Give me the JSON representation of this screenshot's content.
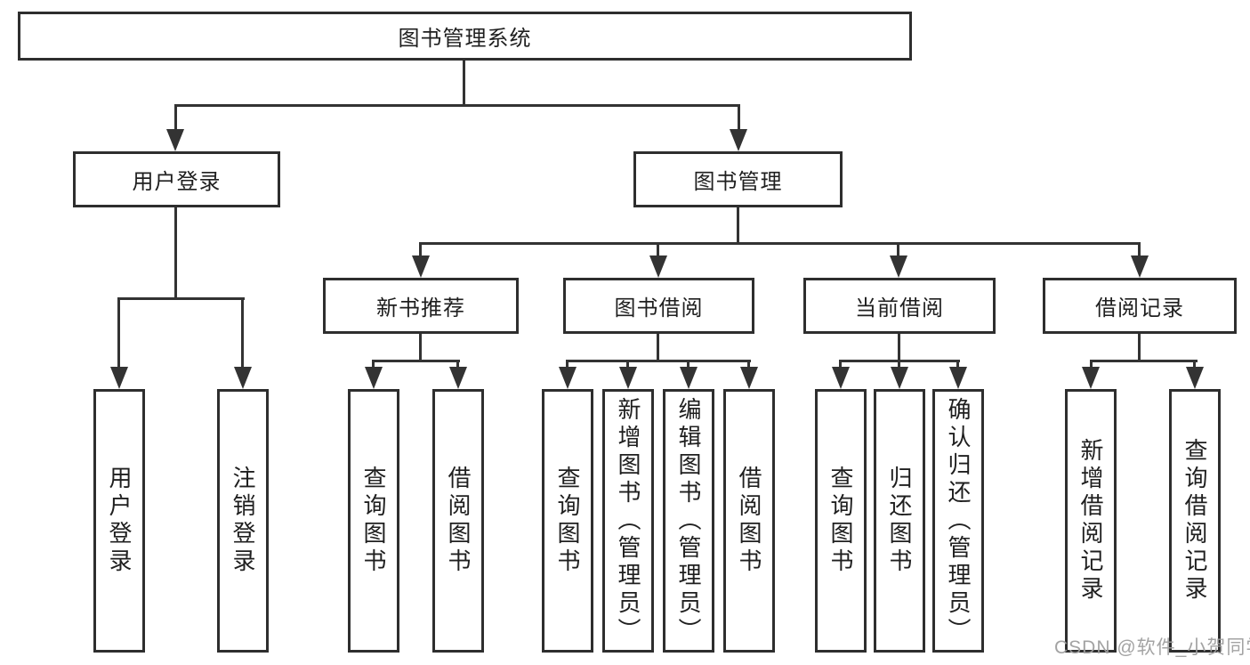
{
  "nodes": {
    "root": "图书管理系统",
    "user_login": "用户登录",
    "book_mgmt": "图书管理",
    "new_book_rec": "新书推荐",
    "book_borrow": "图书借阅",
    "current_borrow": "当前借阅",
    "borrow_records": "借阅记录",
    "leaf_user_login": "用户登录",
    "leaf_logout": "注销登录",
    "leaf_query_book_rec": "查询图书",
    "leaf_borrow_book_rec": "借阅图书",
    "leaf_query_book_borrow": "查询图书",
    "leaf_add_book": "新增图书（管理员）",
    "leaf_edit_book": "编辑图书（管理员）",
    "leaf_borrow_book_borrow": "借阅图书",
    "leaf_query_book_current": "查询图书",
    "leaf_return_book": "归还图书",
    "leaf_confirm_return": "确认归还（管理员）",
    "leaf_add_borrow_record": "新增借阅记录",
    "leaf_query_borrow_record": "查询借阅记录"
  },
  "watermark": "CSDN @软件_小贺同学",
  "colors": {
    "line": "#333333",
    "box_border": "#2e2e2e",
    "box_fill": "#ffffff",
    "text": "#1f1f1f",
    "watermark": "#9e9e9e",
    "background": "#ffffff"
  }
}
